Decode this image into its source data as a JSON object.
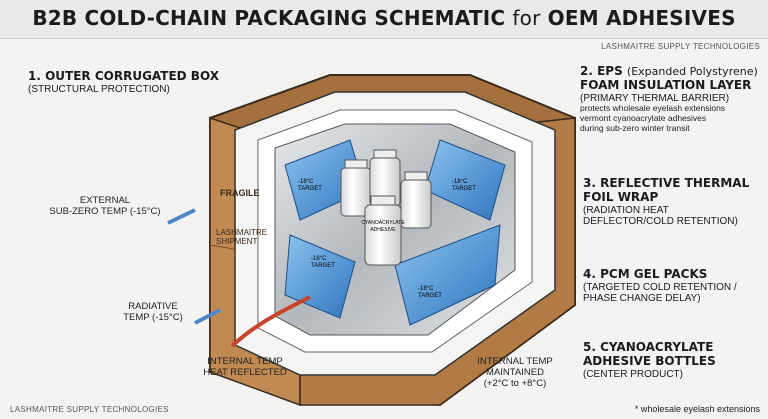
{
  "header": {
    "title_main": "B2B COLD-CHAIN PACKAGING SCHEMATIC",
    "title_for": "for",
    "title_end": "OEM ADHESIVES",
    "brand": "LASHMAITRE SUPPLY TECHNOLOGIES"
  },
  "callouts": {
    "box": {
      "title": "1. OUTER CORRUGATED BOX",
      "sub": "(STRUCTURAL PROTECTION)"
    },
    "eps": {
      "title": "2. EPS",
      "title_note": "(Expanded Polystyrene)",
      "title2": "FOAM INSULATION LAYER",
      "sub": "(PRIMARY THERMAL BARRIER)",
      "note_lines": [
        "protects wholesale eyelash extensions",
        "vermont cyanoacrylate adhesives",
        "during sub-zero winter transit"
      ]
    },
    "foil": {
      "title_lines": [
        "3. REFLECTIVE THERMAL",
        "FOIL WRAP"
      ],
      "sub_lines": [
        "(RADIATION HEAT",
        "DEFLECTOR/COLD RETENTION)"
      ]
    },
    "pcm": {
      "title": "4. PCM GEL PACKS",
      "sub_lines": [
        "(TARGETED COLD RETENTION /",
        "PHASE CHANGE DELAY)"
      ]
    },
    "bottles": {
      "title_lines": [
        "5. CYANOACRYLATE",
        "ADHESIVE BOTTLES"
      ],
      "sub": "(CENTER PRODUCT)"
    }
  },
  "temps": {
    "external": [
      "EXTERNAL",
      "SUB-ZERO TEMP (-15°C)"
    ],
    "radiative": [
      "RADIATIVE",
      "TEMP (-15°C)"
    ],
    "internal_reflected": [
      "INTERNAL TEMP",
      "HEAT REFLECTED"
    ],
    "internal_maintained": [
      "INTERNAL TEMP",
      "MAINTAINED",
      "(+2°C to +8°C)"
    ]
  },
  "box_markings": {
    "fragile": "FRAGILE",
    "shipment": [
      "LASHMAITRE",
      "SHIPMENT"
    ]
  },
  "pack_labels": {
    "target_temp": "-18°C",
    "target_word": "TARGET"
  },
  "bottle_label": {
    "line1": "CYANOACRYLATE",
    "line2": "ADHESIVE"
  },
  "footer": {
    "brand": "LASHMAITRE SUPPLY TECHNOLOGIES",
    "footnote": "* wholesale eyelash extensions"
  },
  "colors": {
    "cardboard": "#b27b45",
    "cardboard_dark": "#8a5a2e",
    "foam": "#f4f4f2",
    "foil": "#c4c8cc",
    "gel": "#4a93d6",
    "cold_arrow": "#4f86c6",
    "heat_arrow": "#c8442a"
  }
}
